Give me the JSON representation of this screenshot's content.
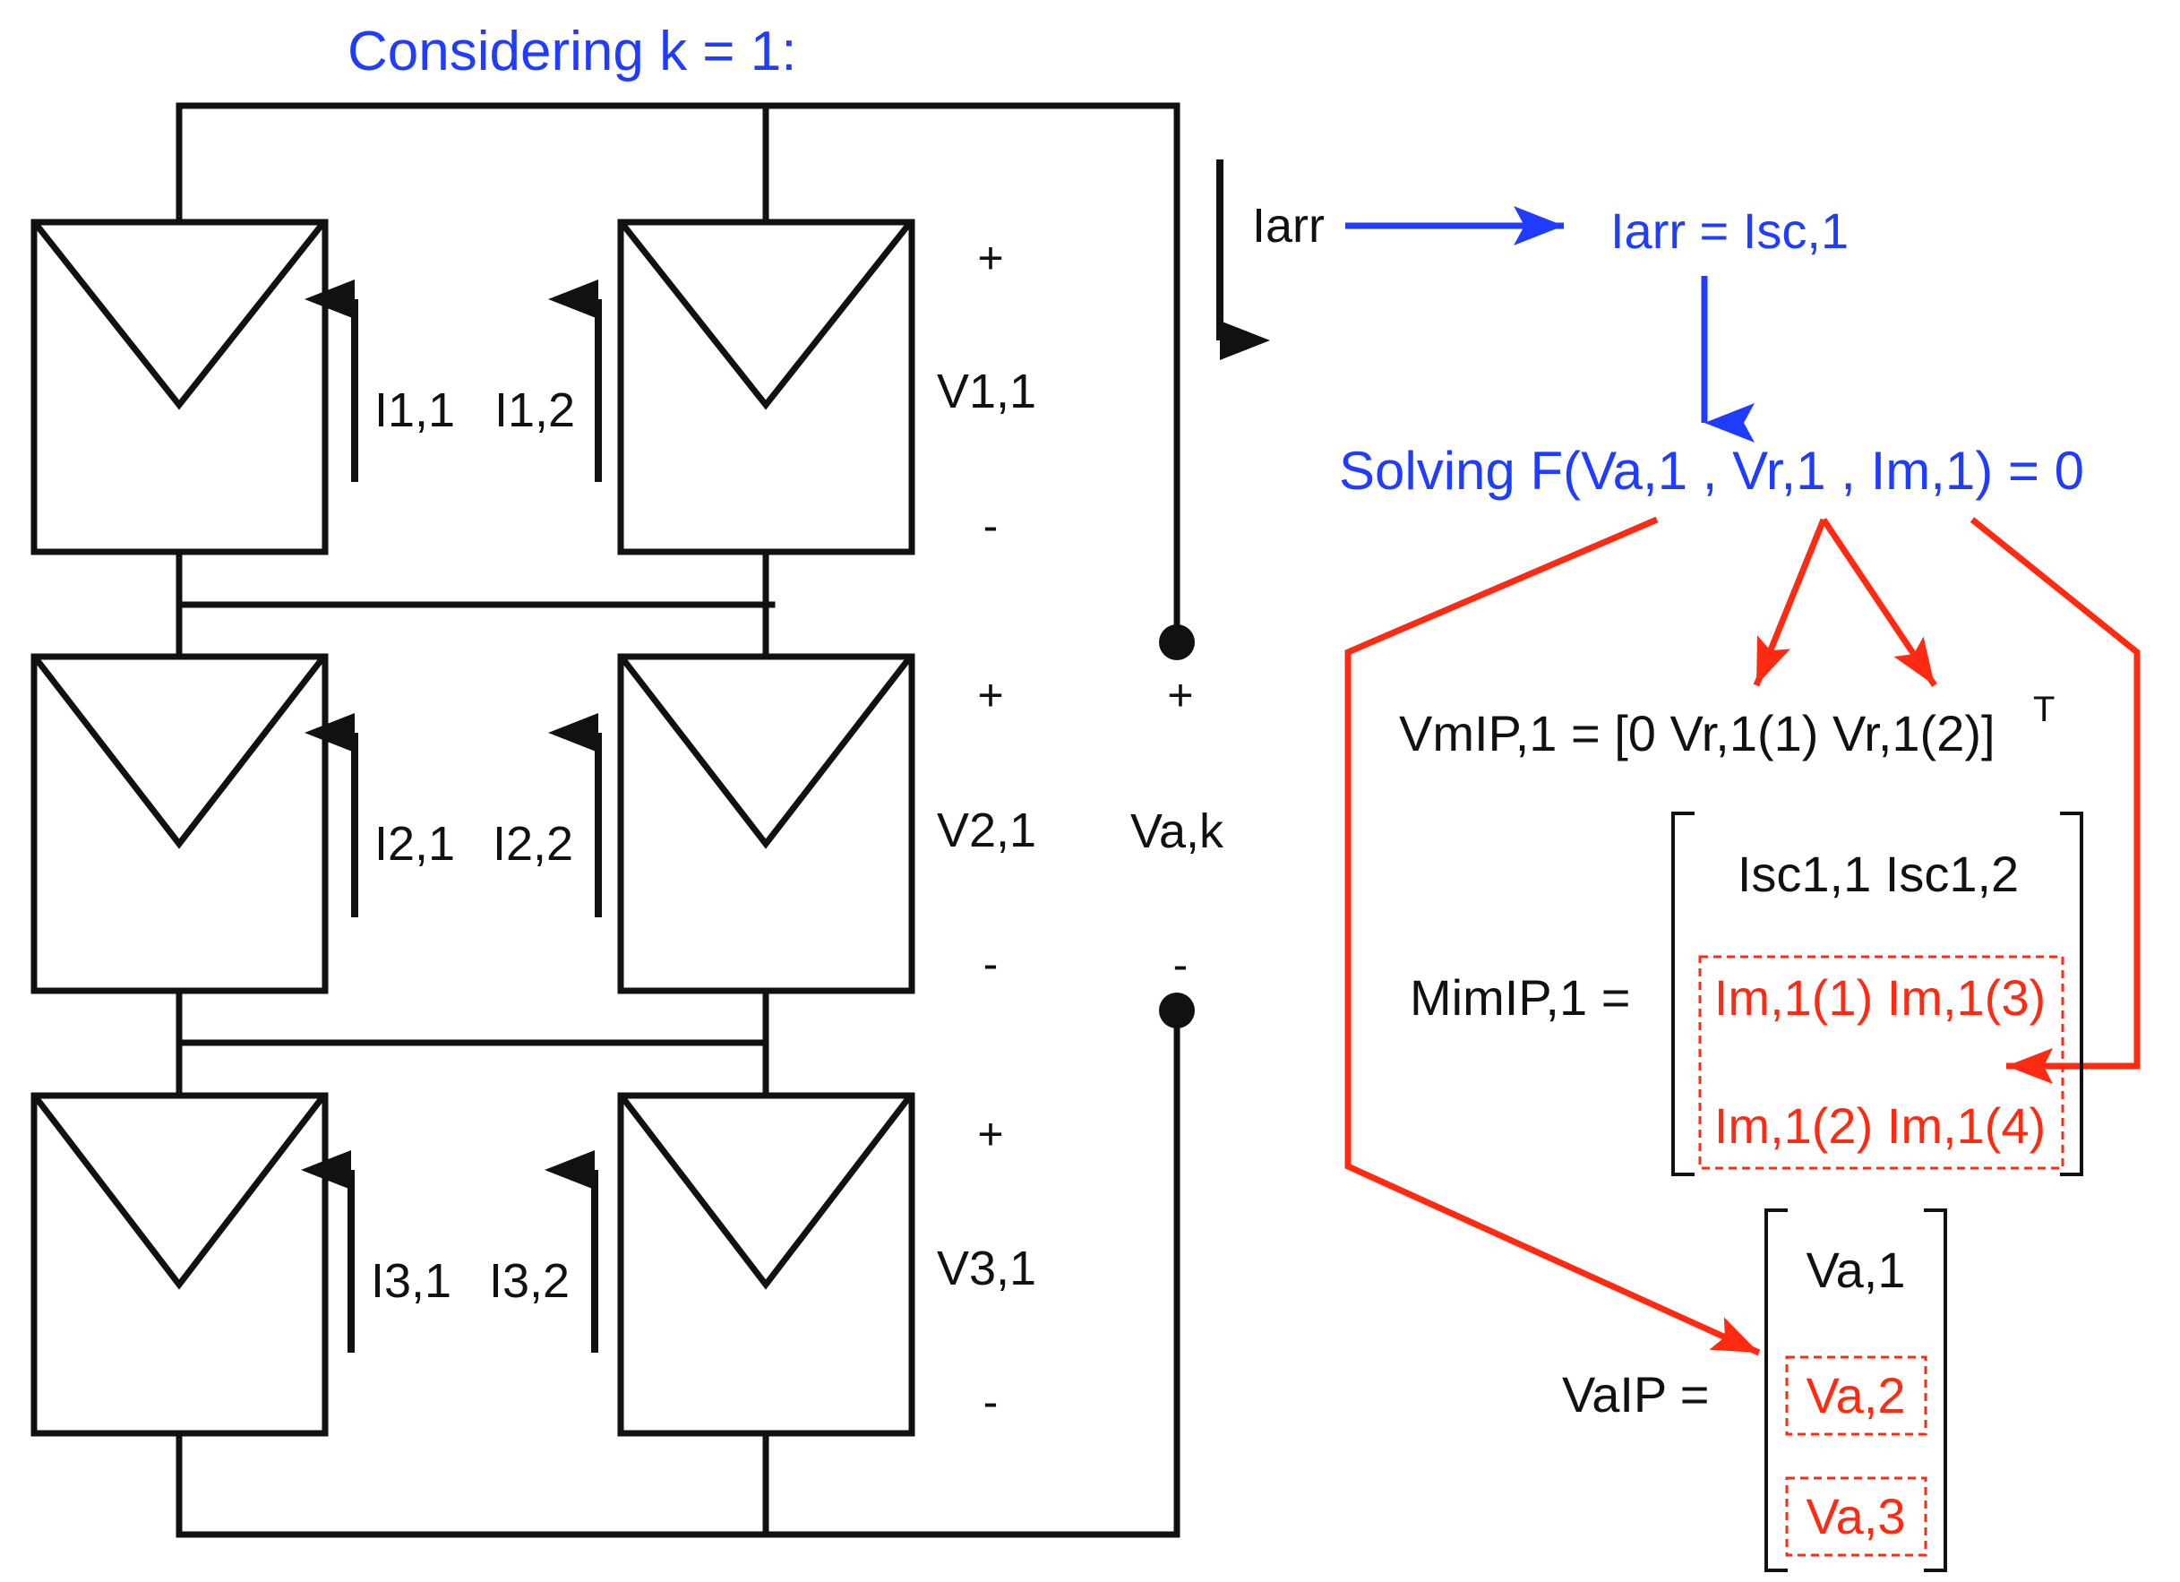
{
  "title": "Considering k = 1:",
  "colors": {
    "circuit": "#111111",
    "blue_annotation": "#1f3cff",
    "red_annotation": "#ff2a12"
  },
  "circuit": {
    "currents": {
      "r1c1": "I1,1",
      "r1c2": "I1,2",
      "r2c1": "I2,1",
      "r2c2": "I2,2",
      "r3c1": "I3,1",
      "r3c2": "I3,2"
    },
    "string_voltages": [
      "V1,1",
      "V2,1",
      "V3,1"
    ],
    "plus_sign": "+",
    "minus_sign": "-",
    "array_current": "Iarr",
    "array_voltage": "Va,k"
  },
  "flow": {
    "iarr_equation": "Iarr = Isc,1",
    "solving_equation": "Solving F(Va,1 , Vr,1 , Im,1) = 0"
  },
  "vmip": {
    "equation": "VmIP,1 = [0 Vr,1(1) Vr,1(2)]",
    "superscript": "T"
  },
  "mimip": {
    "label": "MimIP,1 =",
    "row1": "Isc1,1 Isc1,2",
    "row2": "Im,1(1) Im,1(3)",
    "row3": "Im,1(2) Im,1(4)"
  },
  "vaip": {
    "label": "VaIP =",
    "row1": "Va,1",
    "row2": "Va,2",
    "row3": "Va,3"
  }
}
